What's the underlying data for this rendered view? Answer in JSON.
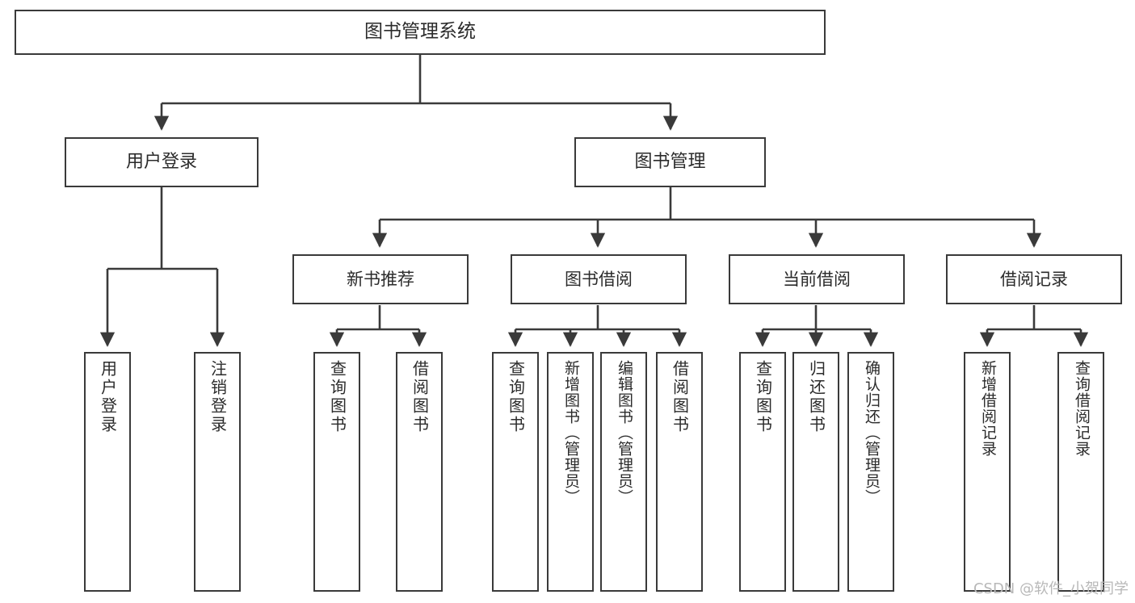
{
  "diagram": {
    "type": "tree-hierarchy-chart",
    "title": "图书管理系统",
    "line_color": "#3a3a3a",
    "box_fill": "#ffffff",
    "text_color": "#2b2b2b",
    "watermark": "CSDN @软件_小贺同学",
    "root": {
      "id": "root",
      "label": "图书管理系统"
    },
    "level1": [
      {
        "id": "user-login",
        "label": "用户登录"
      },
      {
        "id": "book-manage",
        "label": "图书管理"
      }
    ],
    "level2": [
      {
        "id": "new-book-recommend",
        "label": "新书推荐",
        "parent": "book-manage"
      },
      {
        "id": "book-borrow",
        "label": "图书借阅",
        "parent": "book-manage"
      },
      {
        "id": "current-borrow",
        "label": "当前借阅",
        "parent": "book-manage"
      },
      {
        "id": "borrow-record",
        "label": "借阅记录",
        "parent": "book-manage"
      }
    ],
    "leaves": [
      {
        "id": "leaf-user-login",
        "label": "用户登录",
        "parent": "user-login"
      },
      {
        "id": "leaf-logout-login",
        "label": "注销登录",
        "parent": "user-login"
      },
      {
        "id": "leaf-query-book-1",
        "label": "查询图书",
        "parent": "new-book-recommend"
      },
      {
        "id": "leaf-borrow-book-1",
        "label": "借阅图书",
        "parent": "new-book-recommend"
      },
      {
        "id": "leaf-query-book-2",
        "label": "查询图书",
        "parent": "book-borrow"
      },
      {
        "id": "leaf-add-book",
        "label": "新增图书（管理员）",
        "parent": "book-borrow"
      },
      {
        "id": "leaf-edit-book",
        "label": "编辑图书（管理员）",
        "parent": "book-borrow"
      },
      {
        "id": "leaf-borrow-book-2",
        "label": "借阅图书",
        "parent": "book-borrow"
      },
      {
        "id": "leaf-query-book-3",
        "label": "查询图书",
        "parent": "current-borrow"
      },
      {
        "id": "leaf-return-book",
        "label": "归还图书",
        "parent": "current-borrow"
      },
      {
        "id": "leaf-confirm-return",
        "label": "确认归还（管理员）",
        "parent": "current-borrow"
      },
      {
        "id": "leaf-add-record",
        "label": "新增借阅记录",
        "parent": "borrow-record"
      },
      {
        "id": "leaf-query-record",
        "label": "查询借阅记录",
        "parent": "borrow-record"
      }
    ]
  }
}
